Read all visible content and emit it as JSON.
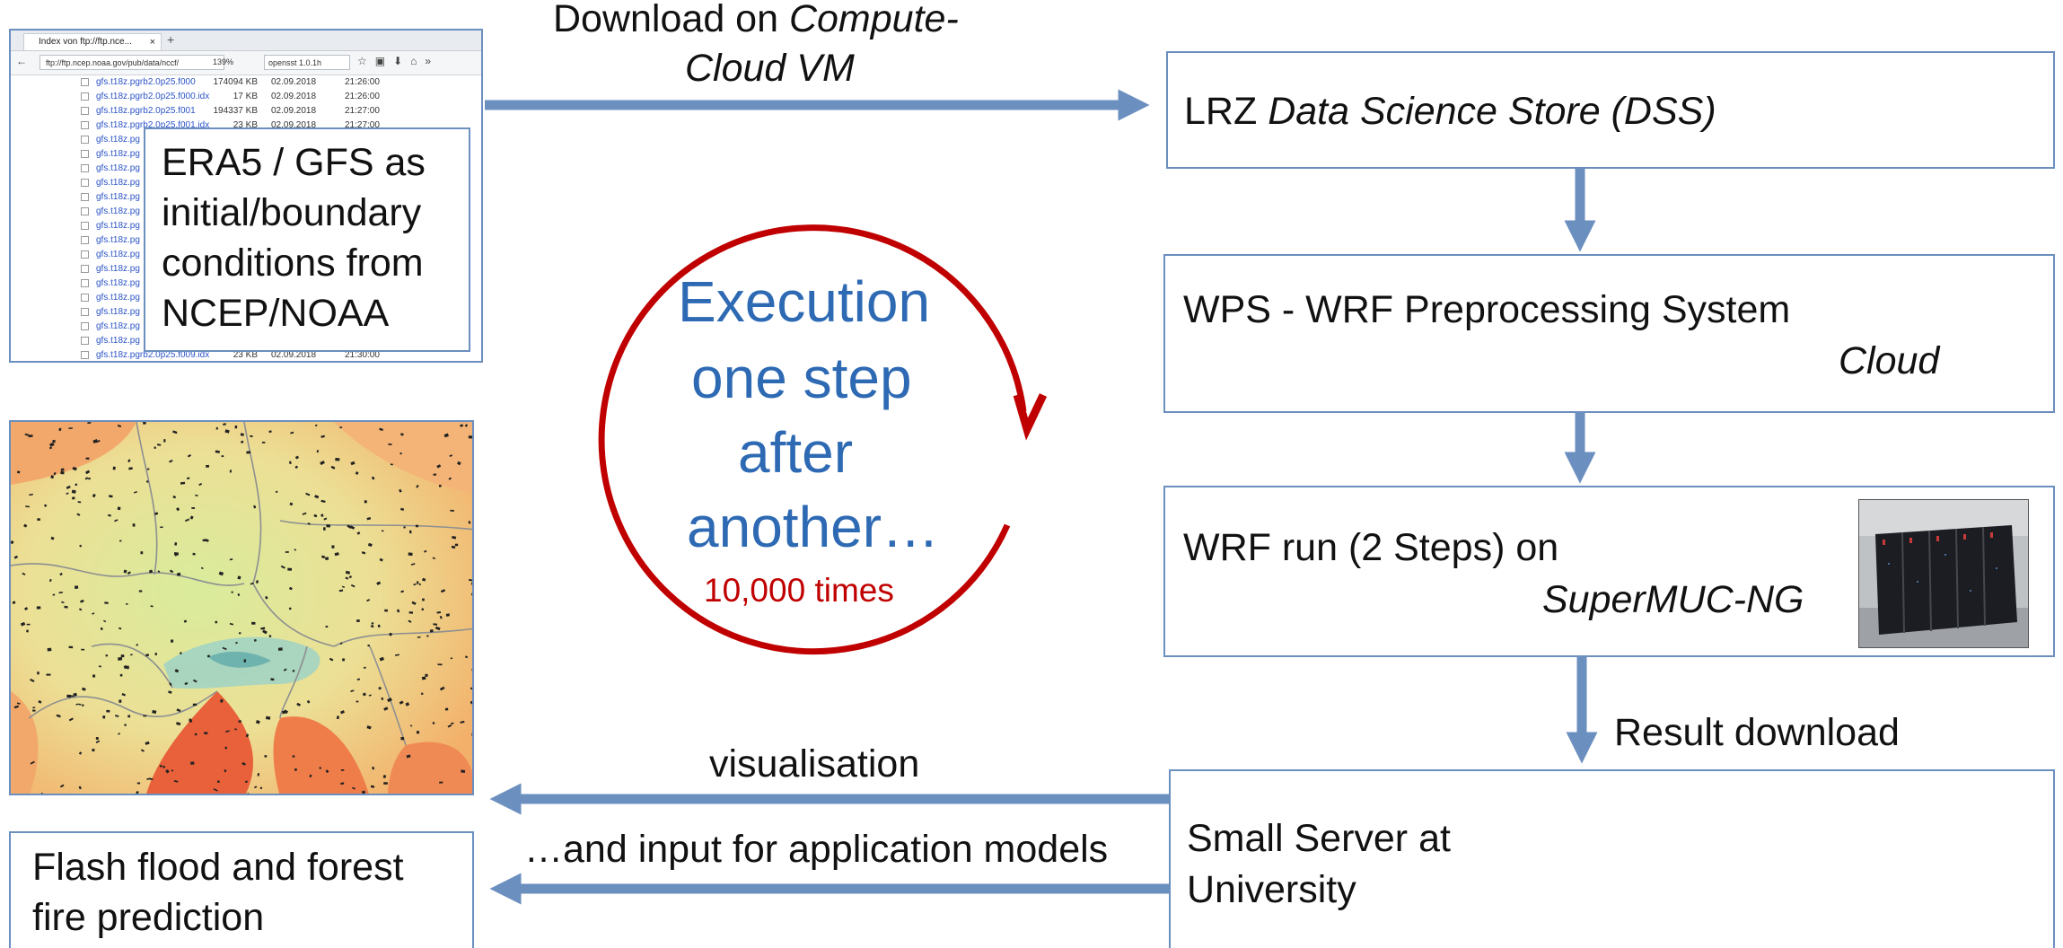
{
  "diagram": {
    "download_label": {
      "line1_plain": "Download on ",
      "line1_italic": "Compute-",
      "line2_italic": "Cloud VM"
    },
    "dss_box": {
      "plain": "LRZ ",
      "italic": "Data Science Store (DSS)"
    },
    "wps_box": {
      "line1": "WPS",
      "line1_rest": "WRF Preprocessing System",
      "line2_italic": "Cloud"
    },
    "wrf_box": {
      "line1": "WRF run (2 Steps) on",
      "line2_italic": "SuperMUC",
      "line2_rest": "-NG"
    },
    "result_download_label": "Result download",
    "server_box": {
      "line1": "Small Server at",
      "line2": "University"
    },
    "visualisation_label": "visualisation",
    "application_label": "…and input for application models",
    "flash_box": {
      "line1": "Flash flood and forest",
      "line2": "fire prediction"
    },
    "era_box": {
      "line1": "ERA5 / GFS as",
      "line2": "initial/boundary",
      "line3": "conditions  from",
      "line4": "NCEP/NOAA"
    },
    "cycle": {
      "line1": "Execution",
      "line2": "one step",
      "line3": "after",
      "line4": "another…",
      "repeat": "10,000 times"
    },
    "colors": {
      "arrow": "#6b8fbf",
      "cycle_ring": "#c00000",
      "cycle_text": "#2e6ab3",
      "box_border": "#6b8fbf"
    }
  },
  "browser_screenshot": {
    "tab_title": "Index von ftp://ftp.nce...",
    "url": "ftp://ftp.ncep.noaa.gov/pub/data/nccf/",
    "zoom": "139%",
    "search": "opensst 1.0.1h",
    "files": [
      {
        "name": "gfs.t18z.pgrb2.0p25.f000",
        "size": "174094 KB",
        "date": "02.09.2018",
        "time": "21:26:00"
      },
      {
        "name": "gfs.t18z.pgrb2.0p25.f000.idx",
        "size": "17 KB",
        "date": "02.09.2018",
        "time": "21:26:00"
      },
      {
        "name": "gfs.t18z.pgrb2.0p25.f001",
        "size": "194337 KB",
        "date": "02.09.2018",
        "time": "21:27:00"
      },
      {
        "name": "gfs.t18z.pgrb2.0p25.f001.idx",
        "size": "23 KB",
        "date": "02.09.2018",
        "time": "21:27:00"
      },
      {
        "name": "gfs.t18z.pg"
      },
      {
        "name": "gfs.t18z.pg"
      },
      {
        "name": "gfs.t18z.pg"
      },
      {
        "name": "gfs.t18z.pg"
      },
      {
        "name": "gfs.t18z.pg"
      },
      {
        "name": "gfs.t18z.pg"
      },
      {
        "name": "gfs.t18z.pg"
      },
      {
        "name": "gfs.t18z.pg"
      },
      {
        "name": "gfs.t18z.pg"
      },
      {
        "name": "gfs.t18z.pg"
      },
      {
        "name": "gfs.t18z.pg"
      },
      {
        "name": "gfs.t18z.pg"
      },
      {
        "name": "gfs.t18z.pg"
      },
      {
        "name": "gfs.t18z.pg"
      },
      {
        "name": "gfs.t18z.pg"
      },
      {
        "name": "gfs.t18z.pgrb2.0p25.f009.idx",
        "size": "23 KB",
        "date": "02.09.2018",
        "time": "21:30:00"
      }
    ]
  }
}
